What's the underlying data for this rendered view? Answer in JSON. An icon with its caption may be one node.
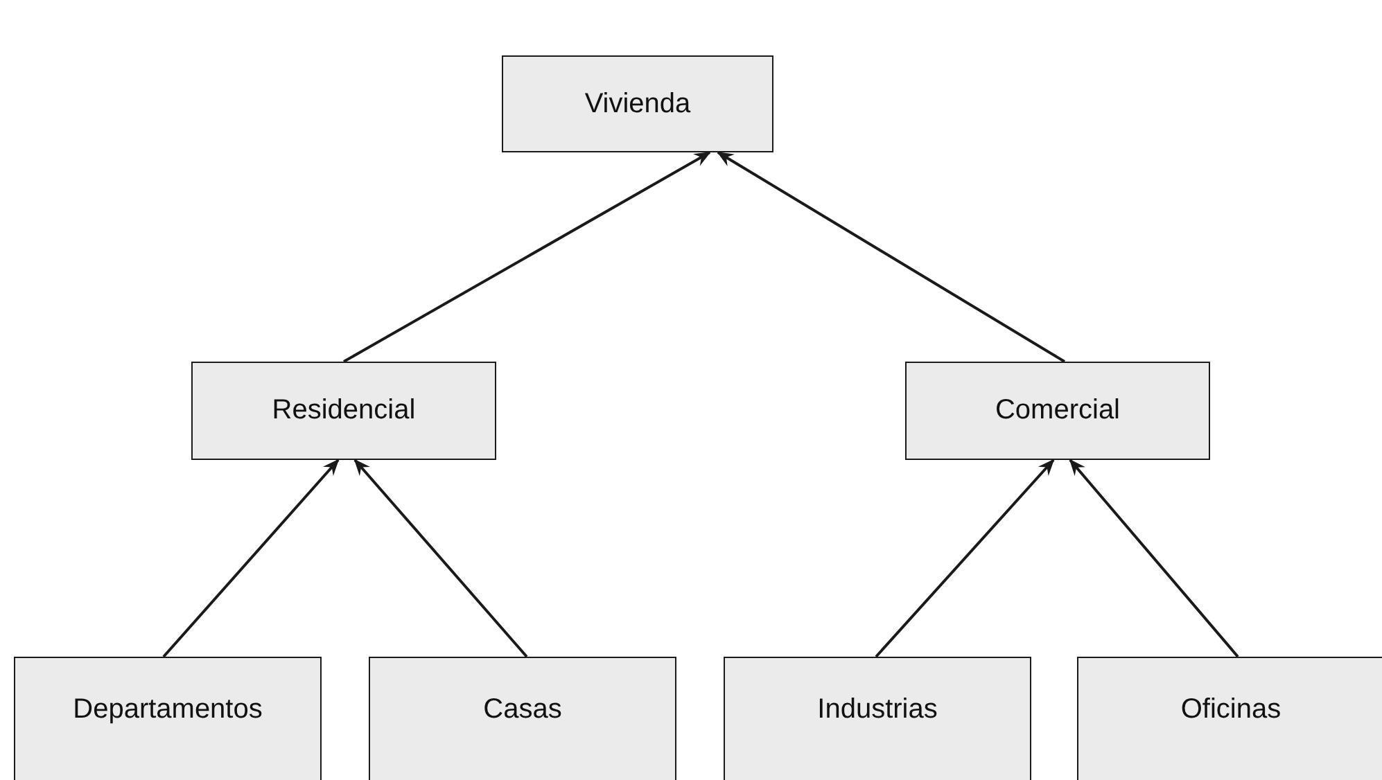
{
  "diagram": {
    "nodes": [
      {
        "text": [
          "Vivienda"
        ]
      },
      {
        "text": [
          "Residencial"
        ]
      },
      {
        "text": [
          "Comercial"
        ]
      },
      {
        "text": [
          "Departamentos"
        ]
      },
      {
        "text": [
          "Casas"
        ]
      },
      {
        "text": [
          "Industrias"
        ]
      },
      {
        "text": [
          "Oficinas"
        ]
      }
    ],
    "edges": [
      {
        "from": 1,
        "to": 0,
        "arrow": "to"
      },
      {
        "from": 2,
        "to": 0,
        "arrow": "to"
      },
      {
        "from": 3,
        "to": 1,
        "arrow": "to"
      },
      {
        "from": 4,
        "to": 1,
        "arrow": "to"
      },
      {
        "from": 5,
        "to": 2,
        "arrow": "to"
      },
      {
        "from": 6,
        "to": 2,
        "arrow": "to"
      }
    ]
  }
}
